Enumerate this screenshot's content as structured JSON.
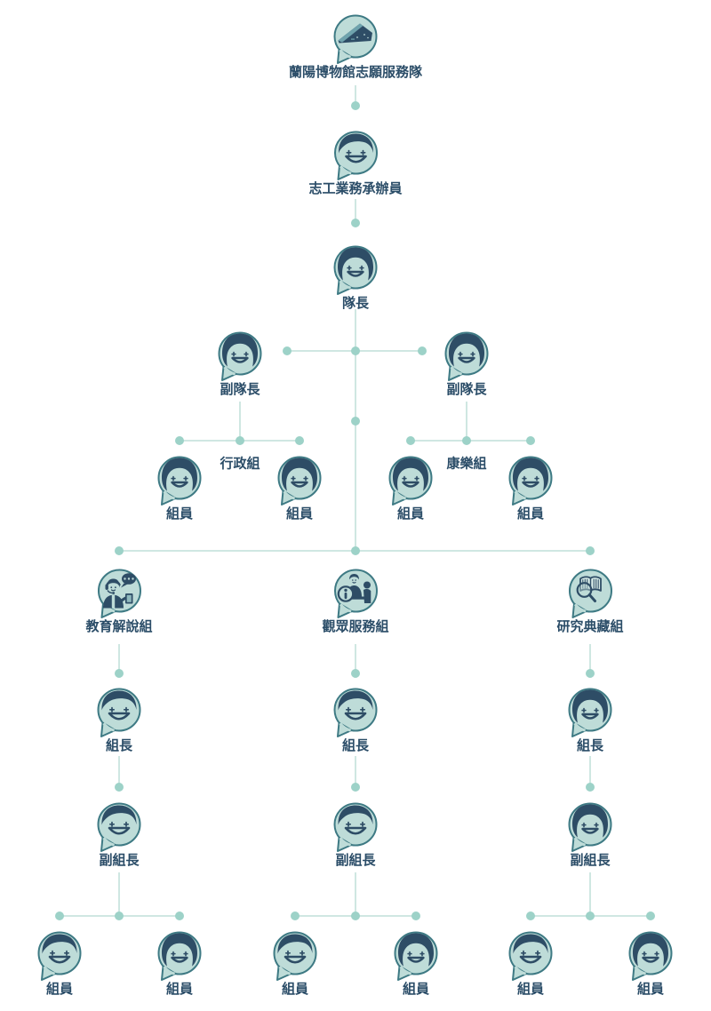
{
  "chart_title": "蘭陽博物館志願服務隊",
  "colors": {
    "background": "#ffffff",
    "bubble_fill": "#bedcd8",
    "bubble_stroke": "#3e7a84",
    "feature_dark": "#2e4d66",
    "label_text": "#2b4d68",
    "connector_line": "#cfe7e2",
    "connector_dot": "#9dd2c8"
  },
  "icons": {
    "museum": "museum-building-bubble",
    "male": "male-face-bubble",
    "female": "female-face-bubble",
    "education": "docent-headset-speech-bubble",
    "visitor": "information-desk-bubble",
    "research": "open-book-magnifier-bubble"
  },
  "org": {
    "root": "蘭陽博物館志願服務隊",
    "coordinator": "志工業務承辦員",
    "team_leader": "隊長",
    "deputy_team_leader": "副隊長",
    "admin_group": "行政組",
    "recreation_group": "康樂組",
    "education_group": "教育解說組",
    "visitor_service_group": "觀眾服務組",
    "research_archive_group": "研究典藏組",
    "group_leader": "組長",
    "deputy_group_leader": "副組長",
    "member": "組員"
  }
}
